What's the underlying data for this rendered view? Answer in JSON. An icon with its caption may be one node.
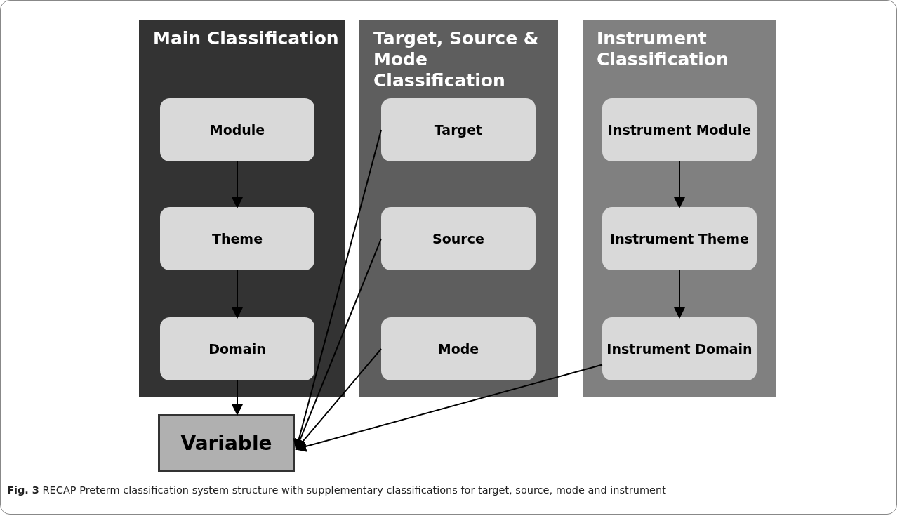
{
  "diagram": {
    "caption": "**Fig. 3** RECAP Preterm classification system structure with supplementary classifications for target, source, mode and instrument",
    "nodes": [
      {
        "text": [
          "Main Classification"
        ]
      },
      {
        "text": [
          "Module"
        ],
        "in": 0
      },
      {
        "text": [
          "Theme"
        ],
        "in": 0
      },
      {
        "text": [
          "Domain"
        ],
        "in": 0
      },
      {
        "text": [
          "Target, Source & Mode Classification"
        ]
      },
      {
        "text": [
          "Target"
        ],
        "in": 4
      },
      {
        "text": [
          "Source"
        ],
        "in": 4
      },
      {
        "text": [
          "Mode"
        ],
        "in": 4
      },
      {
        "text": [
          "Instrument Classification"
        ]
      },
      {
        "text": [
          "Instrument Module"
        ],
        "in": 8
      },
      {
        "text": [
          "Instrument Theme"
        ],
        "in": 8
      },
      {
        "text": [
          "Instrument Domain"
        ],
        "in": 8
      },
      {
        "text": [
          "Variable"
        ]
      }
    ],
    "edges": [
      {
        "from": 1,
        "to": 2,
        "arrow": "to"
      },
      {
        "from": 2,
        "to": 3,
        "arrow": "to"
      },
      {
        "from": 3,
        "to": 12,
        "arrow": "to"
      },
      {
        "from": 5,
        "to": 12,
        "arrow": "to"
      },
      {
        "from": 6,
        "to": 12,
        "arrow": "to"
      },
      {
        "from": 7,
        "to": 12,
        "arrow": "to"
      },
      {
        "from": 9,
        "to": 10,
        "arrow": "to"
      },
      {
        "from": 10,
        "to": 11,
        "arrow": "to"
      },
      {
        "from": 11,
        "to": 12,
        "arrow": "to"
      }
    ]
  }
}
